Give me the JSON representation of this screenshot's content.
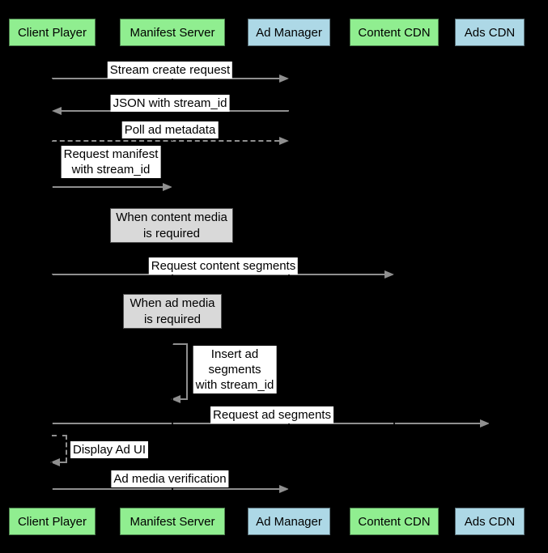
{
  "actors": [
    {
      "label": "Client Player",
      "color": "#90EE90",
      "type": "green"
    },
    {
      "label": "Manifest Server",
      "color": "#90EE90",
      "type": "green"
    },
    {
      "label": "Ad Manager",
      "color": "#ADD8E6",
      "type": "blue"
    },
    {
      "label": "Content CDN",
      "color": "#90EE90",
      "type": "green"
    },
    {
      "label": "Ads CDN",
      "color": "#ADD8E6",
      "type": "blue"
    }
  ],
  "messages": [
    {
      "text": "Stream create request",
      "from": "Client Player",
      "to": "Ad Manager",
      "line": "solid",
      "self": false
    },
    {
      "text": "JSON with stream_id",
      "from": "Ad Manager",
      "to": "Client Player",
      "line": "solid",
      "self": false
    },
    {
      "text": "Poll ad metadata",
      "from": "Client Player",
      "to": "Ad Manager",
      "line": "dashed",
      "self": false
    },
    {
      "text": "Request manifest\nwith stream_id",
      "from": "Client Player",
      "to": "Manifest Server",
      "line": "solid",
      "self": false
    },
    {
      "text": "Request content segments",
      "from": "Client Player",
      "to": "Content CDN",
      "line": "solid",
      "self": false
    },
    {
      "text": "Insert ad\nsegments\nwith stream_id",
      "from": "Manifest Server",
      "to": "Manifest Server",
      "line": "solid",
      "self": true
    },
    {
      "text": "Request ad segments",
      "from": "Client Player",
      "to": "Ads CDN",
      "line": "solid",
      "self": false
    },
    {
      "text": "Display Ad UI",
      "from": "Client Player",
      "to": "Client Player",
      "line": "dashed",
      "self": true
    },
    {
      "text": "Ad media verification",
      "from": "Client Player",
      "to": "Ad Manager",
      "line": "solid",
      "self": false
    }
  ],
  "notes": [
    {
      "text": "When content media\nis required"
    },
    {
      "text": "When ad media\nis required"
    }
  ],
  "colors": {
    "background": "#000000",
    "arrow": "#8f8f8f",
    "label_bg": "#ffffff",
    "label_text": "#000000",
    "note_bg": "#d9d9d9",
    "note_border": "#4d4d4d",
    "actor_green": "#90EE90",
    "actor_blue": "#ADD8E6"
  }
}
